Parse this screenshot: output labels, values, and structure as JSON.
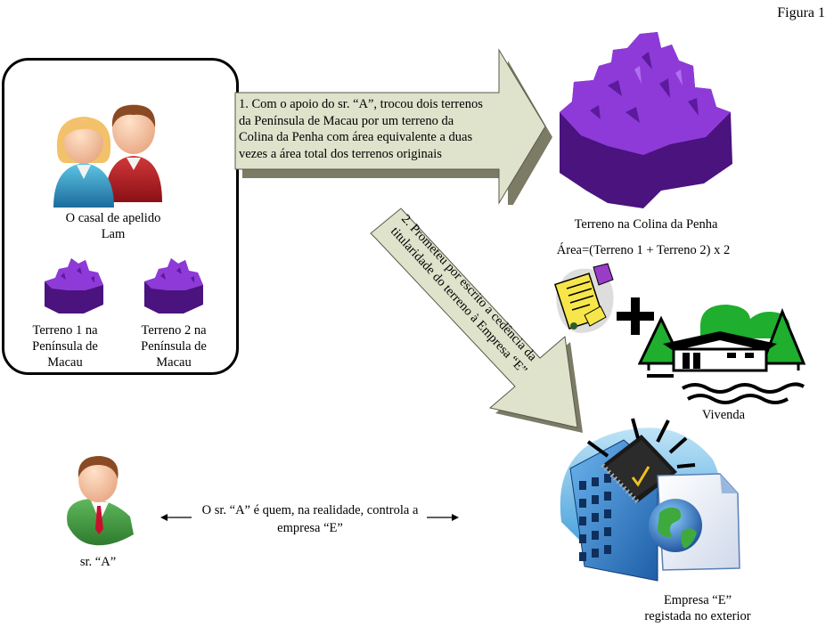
{
  "figure_label": "Figura 1",
  "couple": {
    "label_line1": "O casal de apelido",
    "label_line2": "Lam"
  },
  "lot1": {
    "line1": "Terreno 1 na",
    "line2": "Península de",
    "line3": "Macau"
  },
  "lot2": {
    "line1": "Terreno 2 na",
    "line2": "Península de",
    "line3": "Macau"
  },
  "arrow1": {
    "line1": "1. Com o apoio do sr. “A”, trocou dois terrenos",
    "line2": "da Península de Macau por um terreno da",
    "line3": "Colina da Penha com área equivalente a duas",
    "line4": "vezes a área total dos terrenos originais"
  },
  "arrow2": {
    "line1": "2. Prometeu por escrito a cedência da",
    "line2": "titularidade do terreno à Empresa “E”"
  },
  "penha_land": {
    "title": "Terreno na Colina da Penha",
    "area": "Área=(Terreno 1 + Terreno 2) x 2"
  },
  "house_label": "Vivenda",
  "company": {
    "line1": "Empresa “E”",
    "line2": "registada no exterior"
  },
  "mr_a": {
    "label": "sr. “A”"
  },
  "control_note": {
    "line1": "O sr. “A” é quem, na realidade, controla a",
    "line2": "empresa “E”"
  },
  "colors": {
    "land_purple": "#7a22c8",
    "arrow_fill": "#dfe3cc",
    "arrow_shadow": "#7b7b66"
  }
}
